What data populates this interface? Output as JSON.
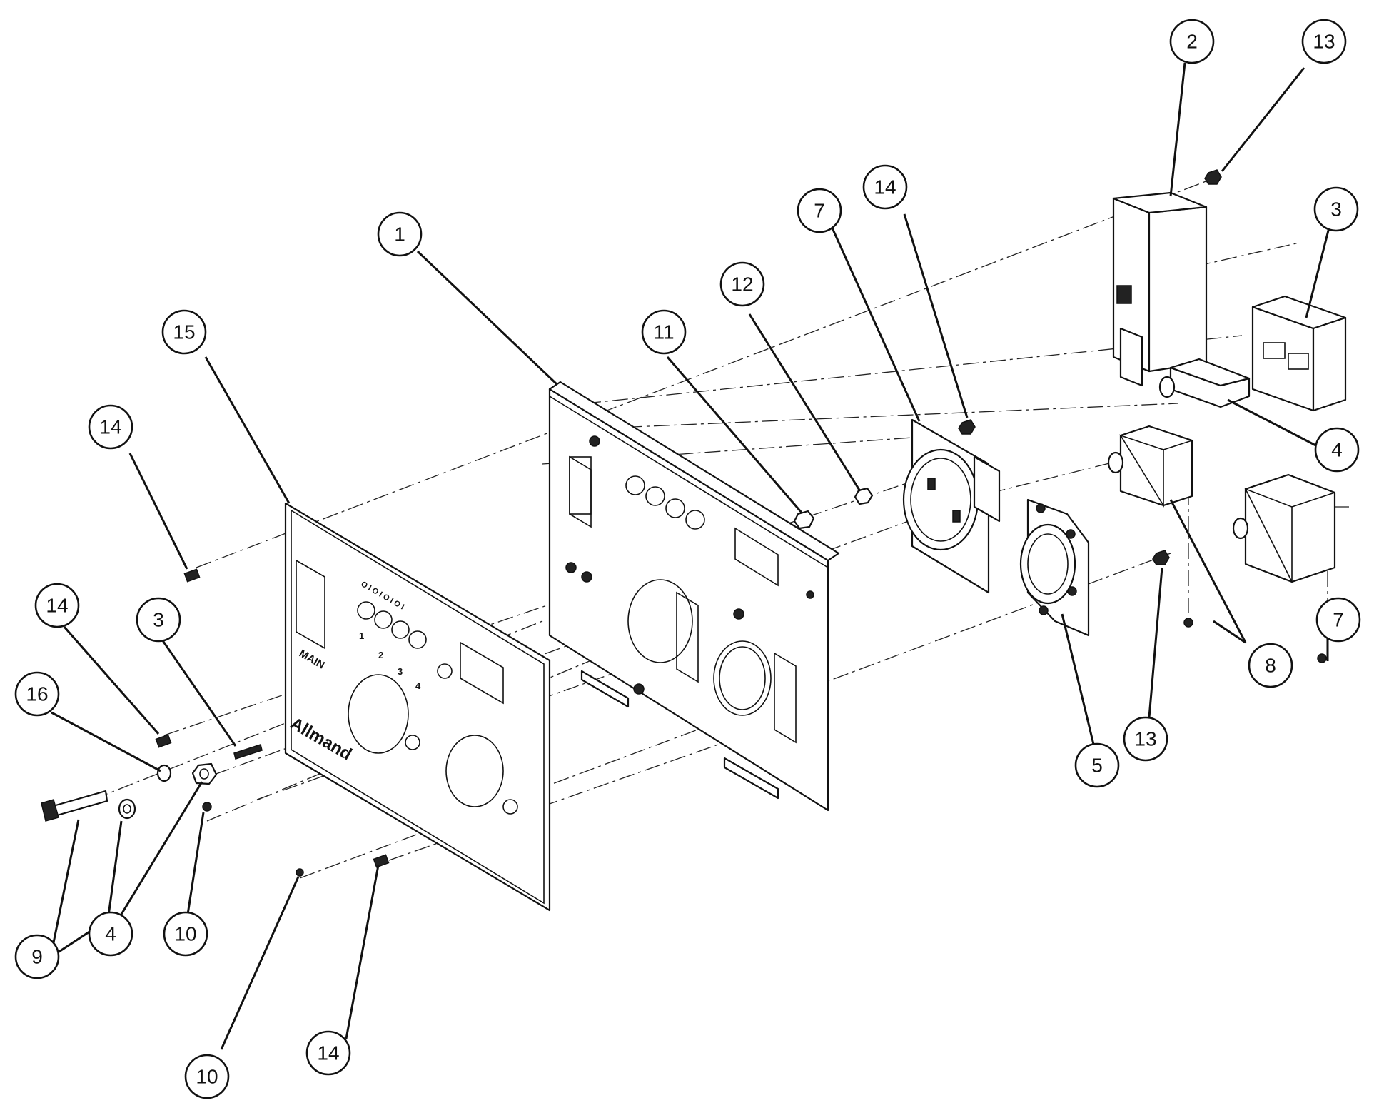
{
  "diagram": {
    "plate_labels": {
      "brand": "Allmand",
      "main": "MAIN",
      "switch_symbols": "O I O I O I O I",
      "numbers": [
        "1",
        "2",
        "3",
        "4"
      ]
    },
    "callouts": [
      {
        "id": "c1",
        "label": "1"
      },
      {
        "id": "c2",
        "label": "2"
      },
      {
        "id": "c3a",
        "label": "3"
      },
      {
        "id": "c3b",
        "label": "3"
      },
      {
        "id": "c4a",
        "label": "4"
      },
      {
        "id": "c4b",
        "label": "4"
      },
      {
        "id": "c5",
        "label": "5"
      },
      {
        "id": "c7a",
        "label": "7"
      },
      {
        "id": "c7b",
        "label": "7"
      },
      {
        "id": "c8",
        "label": "8"
      },
      {
        "id": "c9",
        "label": "9"
      },
      {
        "id": "c10a",
        "label": "10"
      },
      {
        "id": "c10b",
        "label": "10"
      },
      {
        "id": "c11",
        "label": "11"
      },
      {
        "id": "c12",
        "label": "12"
      },
      {
        "id": "c13a",
        "label": "13"
      },
      {
        "id": "c13b",
        "label": "13"
      },
      {
        "id": "c14a",
        "label": "14"
      },
      {
        "id": "c14b",
        "label": "14"
      },
      {
        "id": "c14c",
        "label": "14"
      },
      {
        "id": "c14d",
        "label": "14"
      },
      {
        "id": "c15",
        "label": "15"
      },
      {
        "id": "c16",
        "label": "16"
      }
    ]
  }
}
